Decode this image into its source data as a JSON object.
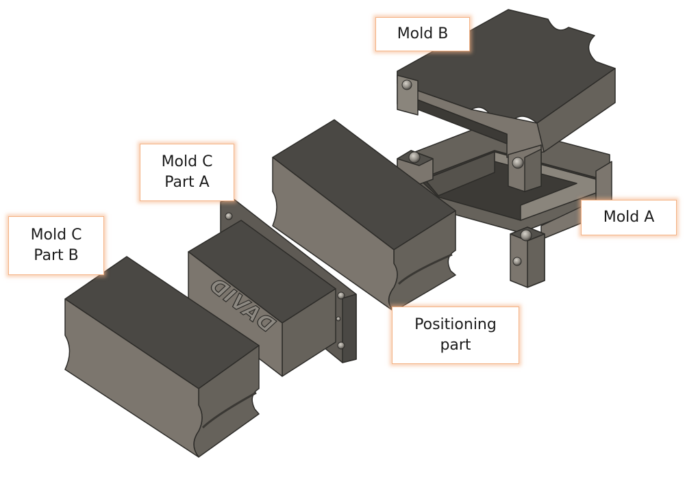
{
  "labels": {
    "mold_b": "Mold B",
    "mold_c_part_a": [
      "Mold C",
      "Part A"
    ],
    "mold_c_part_b": [
      "Mold C",
      "Part B"
    ],
    "mold_a": "Mold A",
    "positioning_part": [
      "Positioning",
      "part"
    ]
  },
  "emboss_text": "DAVID",
  "colors": {
    "callout_border": "#f4b183",
    "top_face": "#52504b",
    "front_face": "#7c766e",
    "side_face": "#66625b",
    "edge": "#2d2c29",
    "screw_head": "#8d8982"
  }
}
